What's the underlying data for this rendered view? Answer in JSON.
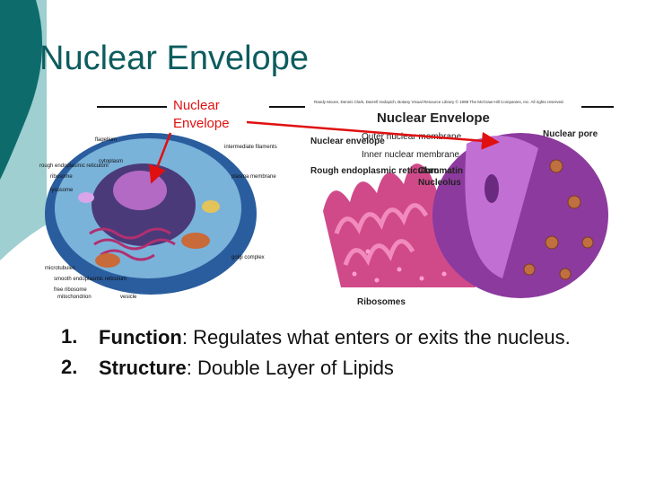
{
  "slide": {
    "title": "Nuclear Envelope",
    "callout": {
      "line1": "Nuclear",
      "line2": "Envelope"
    },
    "diagram": {
      "heading": "Nuclear Envelope",
      "credit": "Randy Moore, Dennis Clark, Darrell Vodopich, Botany Visual Resource Library © 1998 The McGraw-Hill Companies, Inc. All rights reserved.",
      "labels": {
        "nuclear_envelope": "Nuclear envelope",
        "outer_membrane": "Outer nuclear membrane",
        "inner_membrane": "Inner nuclear membrane",
        "nuclear_pore": "Nuclear pore",
        "rough_er": "Rough endoplasmic reticulum",
        "chromatin": "Chromatin",
        "nucleolus": "Nucleolus",
        "ribosomes": "Ribosomes"
      }
    },
    "cell_labels": {
      "flagellum": "flagellum",
      "cytoplasm": "cytoplasm",
      "rough_er": "rough endoplasmic reticulum",
      "ribosome": "ribosome",
      "lysosome": "lysosome",
      "intermediate": "intermediate filaments",
      "plasma": "plasma membrane",
      "golgi": "golgi complex",
      "microtubules": "microtubules",
      "smooth_er": "smooth endoplasmic reticulum",
      "free_ribosome": "free ribosome",
      "mitochondrion": "mitochondrion",
      "vesicle": "vesicle"
    },
    "items": [
      {
        "num": "1.",
        "term": "Function",
        "rest": ":  Regulates what enters or exits the nucleus."
      },
      {
        "num": "2.",
        "term": "Structure",
        "rest": ": Double Layer of Lipids"
      }
    ]
  }
}
